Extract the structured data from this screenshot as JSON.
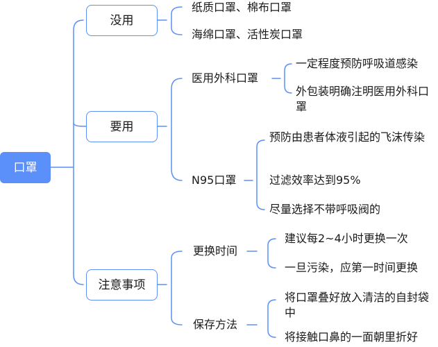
{
  "mindmap": {
    "root": "口罩",
    "branches": [
      {
        "label": "没用",
        "children": [
          {
            "label": "纸质口罩、棉布口罩"
          },
          {
            "label": "海绵口罩、活性炭口罩"
          }
        ]
      },
      {
        "label": "要用",
        "children": [
          {
            "label": "医用外科口罩",
            "children": [
              {
                "label": "一定程度预防呼吸道感染"
              },
              {
                "label": "外包装明确注明医用外科口罩"
              }
            ]
          },
          {
            "label": "N95口罩",
            "children": [
              {
                "label": "预防由患者体液引起的飞沫传染"
              },
              {
                "label": "过滤效率达到95%"
              },
              {
                "label": "尽量选择不带呼吸阀的"
              }
            ]
          }
        ]
      },
      {
        "label": "注意事项",
        "children": [
          {
            "label": "更换时间",
            "children": [
              {
                "label": "建议每2~4小时更换一次"
              },
              {
                "label": "一旦污染，应第一时间更换"
              }
            ]
          },
          {
            "label": "保存方法",
            "children": [
              {
                "label": "将口罩叠好放入清洁的自封袋中"
              },
              {
                "label": "将接触口鼻的一面朝里折好"
              }
            ]
          }
        ]
      }
    ],
    "colors": {
      "line": "#5b8ff9",
      "root_fill": "#5b8ff9",
      "root_text": "#ffffff",
      "text": "#1a1a1a"
    }
  }
}
